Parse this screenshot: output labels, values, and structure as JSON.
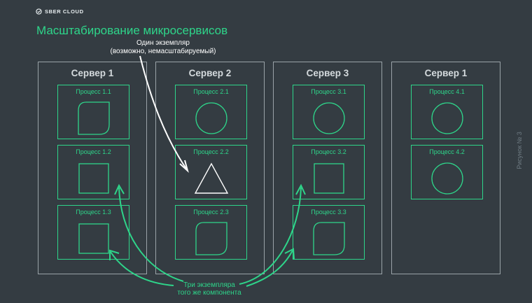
{
  "brand": {
    "name": "SBER CLOUD",
    "icon": "sber-logo-icon"
  },
  "title": "Масштабирование микросервисов",
  "note_top": {
    "line1": "Один экземпляр",
    "line2": "(возможно, немасштабируемый)"
  },
  "note_bottom": {
    "line1": "Три экземпляра",
    "line2": "того же компонента"
  },
  "side_label": "Рисунок № 3",
  "colors": {
    "accent": "#2ed58a",
    "background": "#343c42",
    "border": "#9aa3a8",
    "arrow_white": "#ffffff"
  },
  "servers": [
    {
      "title": "Сервер 1",
      "processes": [
        {
          "label": "Процесс 1.1",
          "shape": "leaf-icon"
        },
        {
          "label": "Процесс 1.2",
          "shape": "square-icon"
        },
        {
          "label": "Процесс 1.3",
          "shape": "square-icon"
        }
      ]
    },
    {
      "title": "Сервер 2",
      "processes": [
        {
          "label": "Процесс 2.1",
          "shape": "circle-icon"
        },
        {
          "label": "Процесс 2.2",
          "shape": "triangle-icon"
        },
        {
          "label": "Процесс 2.3",
          "shape": "leaf-icon"
        }
      ]
    },
    {
      "title": "Сервер 3",
      "processes": [
        {
          "label": "Процесс 3.1",
          "shape": "circle-icon"
        },
        {
          "label": "Процесс 3.2",
          "shape": "square-icon"
        },
        {
          "label": "Процесс 3.3",
          "shape": "leaf-icon"
        }
      ]
    },
    {
      "title": "Сервер 1",
      "processes": [
        {
          "label": "Процесс 4.1",
          "shape": "circle-icon"
        },
        {
          "label": "Процесс 4.2",
          "shape": "circle-icon"
        }
      ]
    }
  ]
}
